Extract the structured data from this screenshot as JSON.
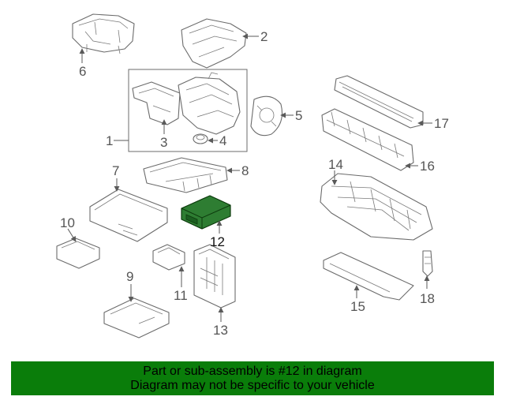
{
  "diagram": {
    "highlight_color": "#2e7d32",
    "footer_color": "#0a7d0a",
    "callouts": [
      {
        "id": "1",
        "label": "1"
      },
      {
        "id": "2",
        "label": "2"
      },
      {
        "id": "3",
        "label": "3"
      },
      {
        "id": "4",
        "label": "4"
      },
      {
        "id": "5",
        "label": "5"
      },
      {
        "id": "6",
        "label": "6"
      },
      {
        "id": "7",
        "label": "7"
      },
      {
        "id": "8",
        "label": "8"
      },
      {
        "id": "9",
        "label": "9"
      },
      {
        "id": "10",
        "label": "10"
      },
      {
        "id": "11",
        "label": "11"
      },
      {
        "id": "12",
        "label": "12",
        "highlighted": true
      },
      {
        "id": "13",
        "label": "13"
      },
      {
        "id": "14",
        "label": "14"
      },
      {
        "id": "15",
        "label": "15"
      },
      {
        "id": "16",
        "label": "16"
      },
      {
        "id": "17",
        "label": "17"
      },
      {
        "id": "18",
        "label": "18"
      }
    ]
  },
  "footer": {
    "line1": "Part or sub-assembly is #12 in diagram",
    "line2": "Diagram may not be specific to your vehicle"
  }
}
